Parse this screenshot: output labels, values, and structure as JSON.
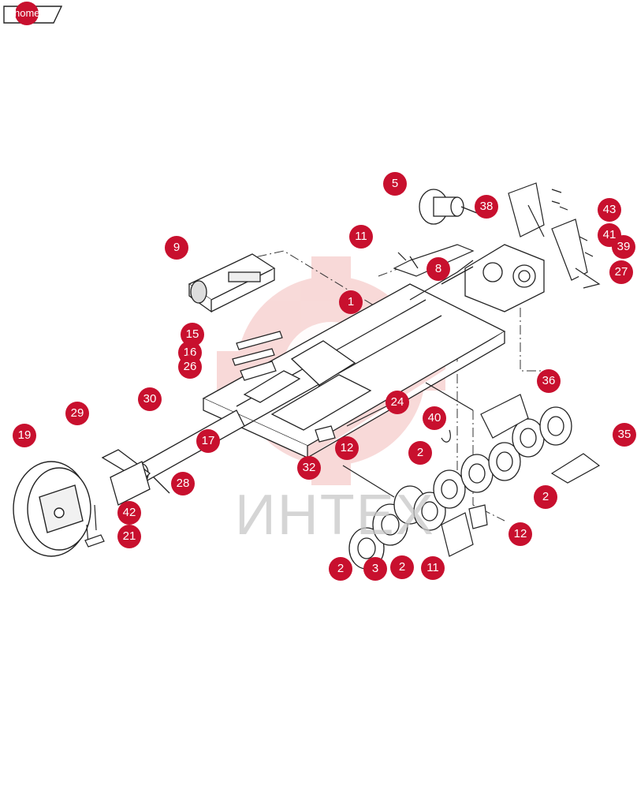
{
  "nav": {
    "home_label": "home"
  },
  "watermark": {
    "text": "ИНТЕХ",
    "color": "#d9332f"
  },
  "accent_color": "#c8102e",
  "callouts": [
    {
      "label": "5"
    },
    {
      "label": "38"
    },
    {
      "label": "43"
    },
    {
      "label": "41"
    },
    {
      "label": "39"
    },
    {
      "label": "27"
    },
    {
      "label": "11"
    },
    {
      "label": "8"
    },
    {
      "label": "9"
    },
    {
      "label": "1"
    },
    {
      "label": "15"
    },
    {
      "label": "16"
    },
    {
      "label": "26"
    },
    {
      "label": "30"
    },
    {
      "label": "29"
    },
    {
      "label": "19"
    },
    {
      "label": "17"
    },
    {
      "label": "24"
    },
    {
      "label": "40"
    },
    {
      "label": "12"
    },
    {
      "label": "2"
    },
    {
      "label": "36"
    },
    {
      "label": "35"
    },
    {
      "label": "32"
    },
    {
      "label": "28"
    },
    {
      "label": "42"
    },
    {
      "label": "21"
    },
    {
      "label": "2"
    },
    {
      "label": "12"
    },
    {
      "label": "2"
    },
    {
      "label": "3"
    },
    {
      "label": "2"
    },
    {
      "label": "11"
    }
  ]
}
